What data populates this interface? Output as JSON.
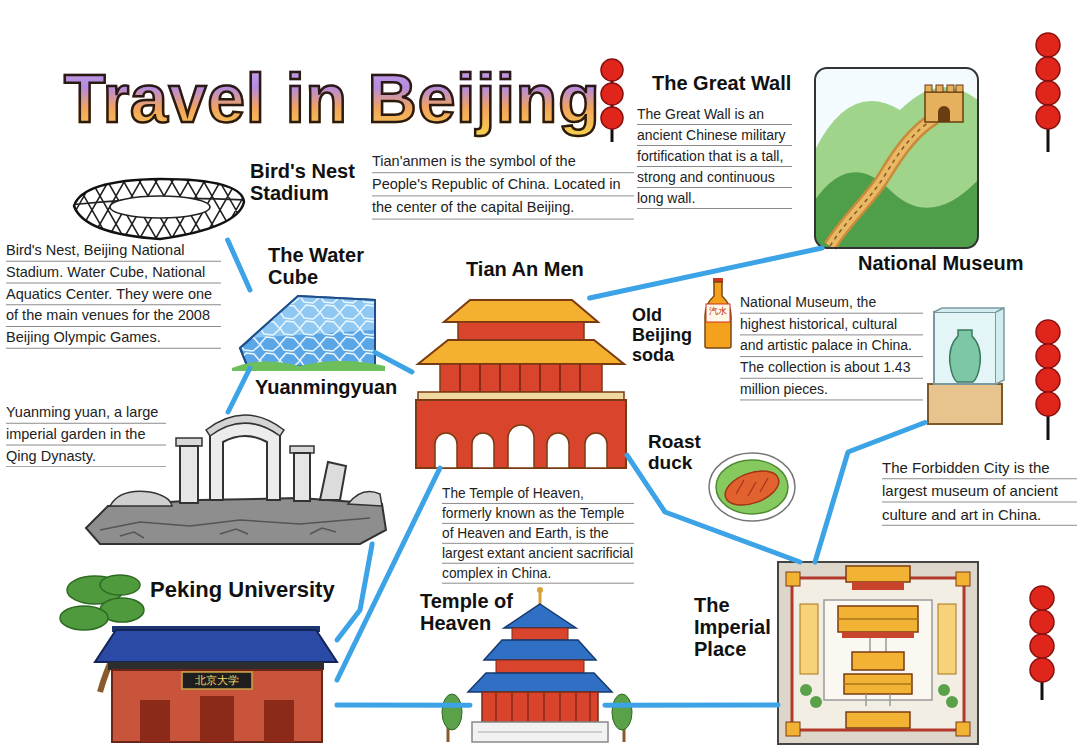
{
  "diagram": {
    "title": "Travel in Beijing",
    "nodes": [
      {
        "text": [
          "Bird's Nest Stadium"
        ]
      },
      {
        "text": [
          "The Great Wall"
        ]
      },
      {
        "text": [
          "The Water Cube"
        ]
      },
      {
        "text": [
          "Tian An Men"
        ]
      },
      {
        "text": [
          "National Museum"
        ]
      },
      {
        "text": [
          "Old Beijing soda"
        ]
      },
      {
        "text": [
          "Yuanmingyuan"
        ]
      },
      {
        "text": [
          "Roast duck"
        ]
      },
      {
        "text": [
          "Peking University"
        ]
      },
      {
        "text": [
          "Temple of Heaven"
        ]
      },
      {
        "text": [
          "The Imperial Place"
        ]
      }
    ],
    "edges": [
      {
        "from": 0,
        "to": 2,
        "arrow": "none"
      },
      {
        "from": 2,
        "to": 6,
        "arrow": "none"
      },
      {
        "from": 2,
        "to": 3,
        "arrow": "none"
      },
      {
        "from": 3,
        "to": 1,
        "arrow": "none"
      },
      {
        "from": 3,
        "to": 10,
        "arrow": "none"
      },
      {
        "from": 3,
        "to": 8,
        "arrow": "none"
      },
      {
        "from": 6,
        "to": 8,
        "arrow": "none"
      },
      {
        "from": 8,
        "to": 9,
        "arrow": "none"
      },
      {
        "from": 9,
        "to": 10,
        "arrow": "none"
      },
      {
        "from": 10,
        "to": 4,
        "arrow": "none"
      }
    ],
    "labels": [
      "Tian'anmen is the symbol of the People's Republic of China. Located in the center of the capital Beijing.",
      "The Great Wall is an ancient Chinese military fortification that is a tall, strong and continuous long wall.",
      "Bird's Nest, Beijing National Stadium. Water Cube, National Aquatics Center. They were one of the main venues for the 2008 Beijing Olympic Games.",
      "National Museum, the highest historical, cultural and artistic palace in China. The collection is about 1.43 million pieces.",
      "汽水",
      "Yuanming yuan, a large imperial garden in the Qing Dynasty.",
      "The Forbidden City is the largest museum of ancient culture and art in China.",
      "The Temple of Heaven, formerly known as the Temple of Heaven and Earth, is the largest extant ancient sacrificial complex in China.",
      "北京大学"
    ]
  }
}
